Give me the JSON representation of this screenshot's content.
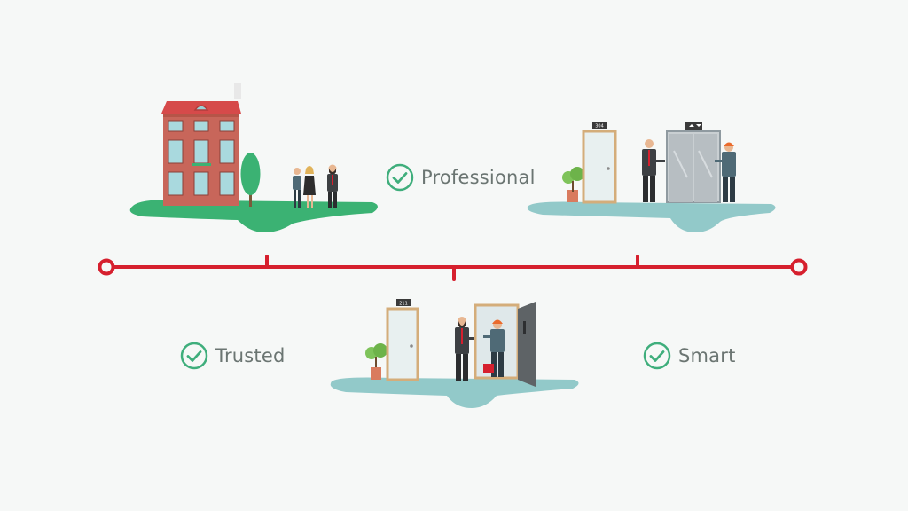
{
  "labels": {
    "professional": "Professional",
    "trusted": "Trusted",
    "smart": "Smart"
  },
  "door_plates": {
    "top_door": "304",
    "bottom_door": "211"
  },
  "colors": {
    "timeline_red": "#d6202e",
    "check_green": "#3fae7c",
    "grass_green": "#3bb273",
    "floor_teal": "#92c9c9",
    "label_gray": "#6b7572",
    "brick": "#c8665a",
    "roof": "#d64a4a"
  },
  "icons": {
    "check": "check-circle-icon"
  }
}
